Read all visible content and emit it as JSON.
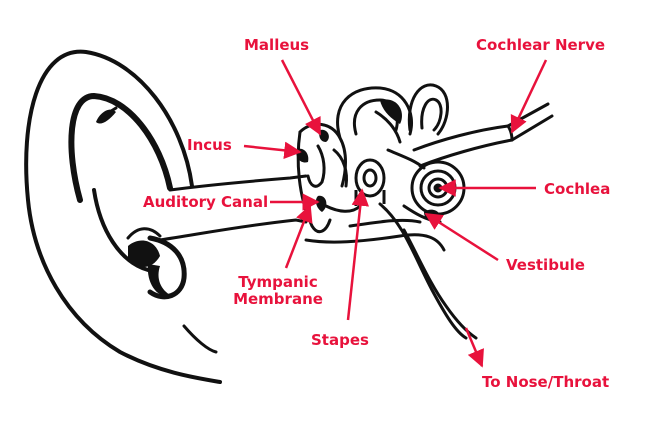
{
  "colors": {
    "label": "#e8123c",
    "line": "#111111",
    "background": "#ffffff"
  },
  "labels": {
    "malleus": "Malleus",
    "cochlear_nerve": "Cochlear Nerve",
    "incus": "Incus",
    "auditory_canal": "Auditory Canal",
    "cochlea": "Cochlea",
    "tympanic_line1": "Tympanic",
    "tympanic_line2": "Membrane",
    "vestibule": "Vestibule",
    "stapes": "Stapes",
    "to_nose_throat": "To Nose/Throat"
  }
}
